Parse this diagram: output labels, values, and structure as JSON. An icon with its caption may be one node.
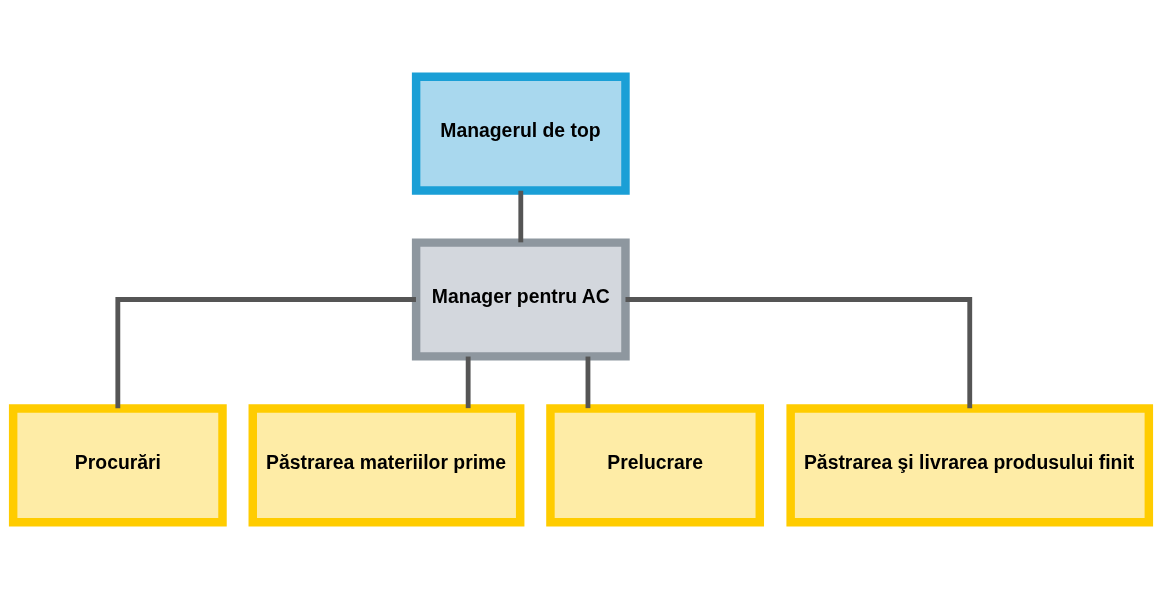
{
  "diagram": {
    "nodes": [
      {
        "text": [
          "Managerul de top"
        ]
      },
      {
        "text": [
          "Manager pentru AC"
        ]
      },
      {
        "text": [
          "Procurări"
        ]
      },
      {
        "text": [
          "Păstrarea materiilor prime"
        ]
      },
      {
        "text": [
          "Prelucrare"
        ]
      },
      {
        "text": [
          "Păstrarea şi livrarea produsului finit"
        ]
      }
    ],
    "edges": [
      {
        "from": 0,
        "to": 1,
        "arrow": "none"
      },
      {
        "from": 1,
        "to": 2,
        "arrow": "none"
      },
      {
        "from": 1,
        "to": 3,
        "arrow": "none"
      },
      {
        "from": 1,
        "to": 4,
        "arrow": "none"
      },
      {
        "from": 1,
        "to": 5,
        "arrow": "none"
      }
    ]
  }
}
